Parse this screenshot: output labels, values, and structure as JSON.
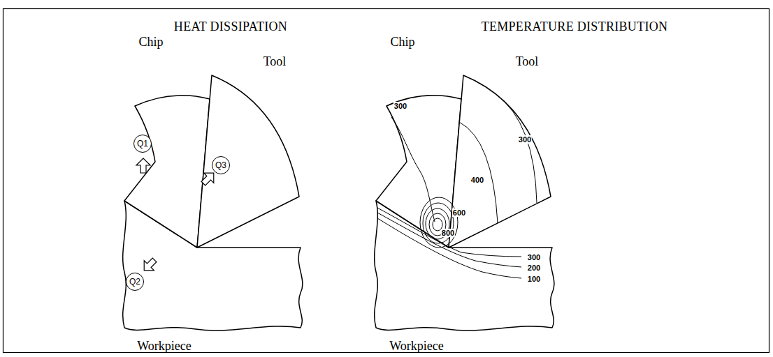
{
  "diagram": {
    "nodes": [
      {
        "text": [
          "Q1"
        ]
      },
      {
        "text": [
          "Q3"
        ]
      },
      {
        "text": [
          "Q2"
        ]
      }
    ],
    "labels": [
      "HEAT DISSIPATION",
      "TEMPERATURE DISTRIBUTION",
      "Chip",
      "Tool",
      "Workpiece",
      "Chip",
      "Tool",
      "Workpiece",
      "300",
      "400",
      "600",
      "800",
      "300",
      "300",
      "200",
      "100"
    ]
  }
}
